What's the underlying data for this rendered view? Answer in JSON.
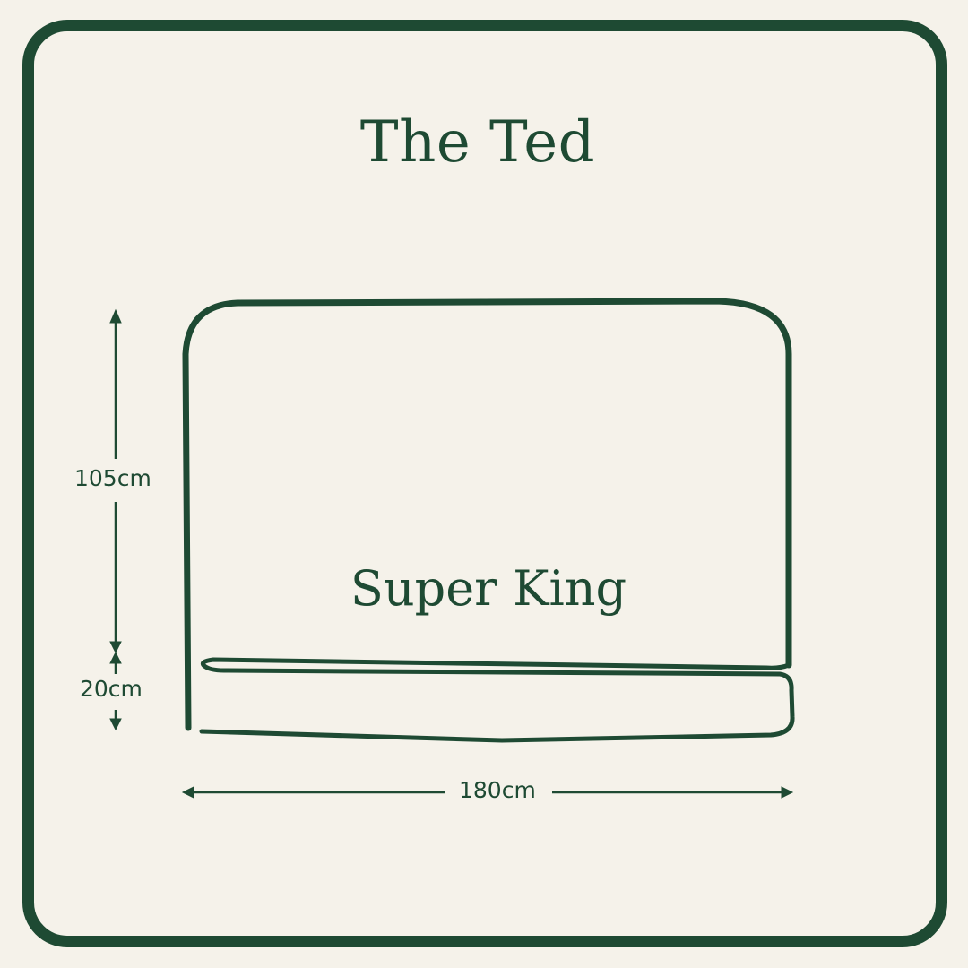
{
  "title": "The Ted",
  "size_label": "Super King",
  "dimensions": {
    "headboard_height": "105cm",
    "base_height": "20cm",
    "width": "180cm"
  },
  "colors": {
    "primary_green": "#1e4a33",
    "background": "#f5f2ea"
  }
}
